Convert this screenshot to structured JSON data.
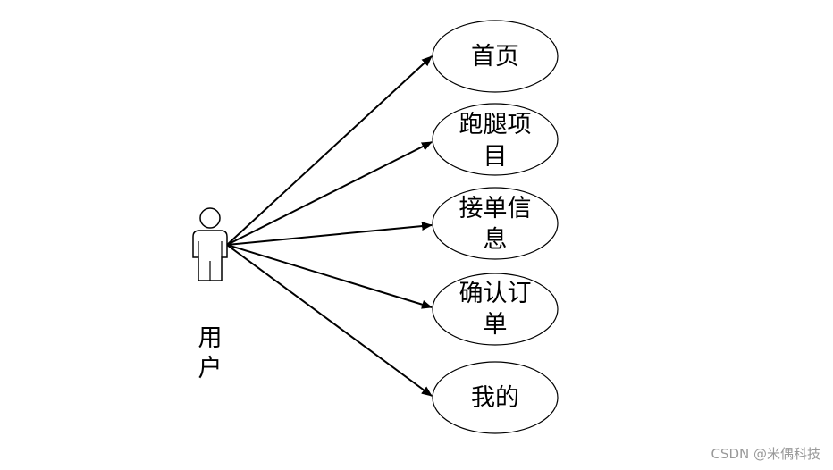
{
  "actor": {
    "label_lines": [
      "用",
      "户"
    ]
  },
  "use_cases": [
    {
      "id": "home",
      "lines": [
        "首页"
      ]
    },
    {
      "id": "errand-items",
      "lines": [
        "跑腿项",
        "目"
      ]
    },
    {
      "id": "order-info",
      "lines": [
        "接单信",
        "息"
      ]
    },
    {
      "id": "confirm-order",
      "lines": [
        "确认订",
        "单"
      ]
    },
    {
      "id": "mine",
      "lines": [
        "我的"
      ]
    }
  ],
  "watermark": "CSDN @米偶科技",
  "colors": {
    "stroke": "#000000",
    "actor_fill": "#ffffff",
    "ellipse_fill": "#ffffff",
    "watermark": "#999999"
  }
}
